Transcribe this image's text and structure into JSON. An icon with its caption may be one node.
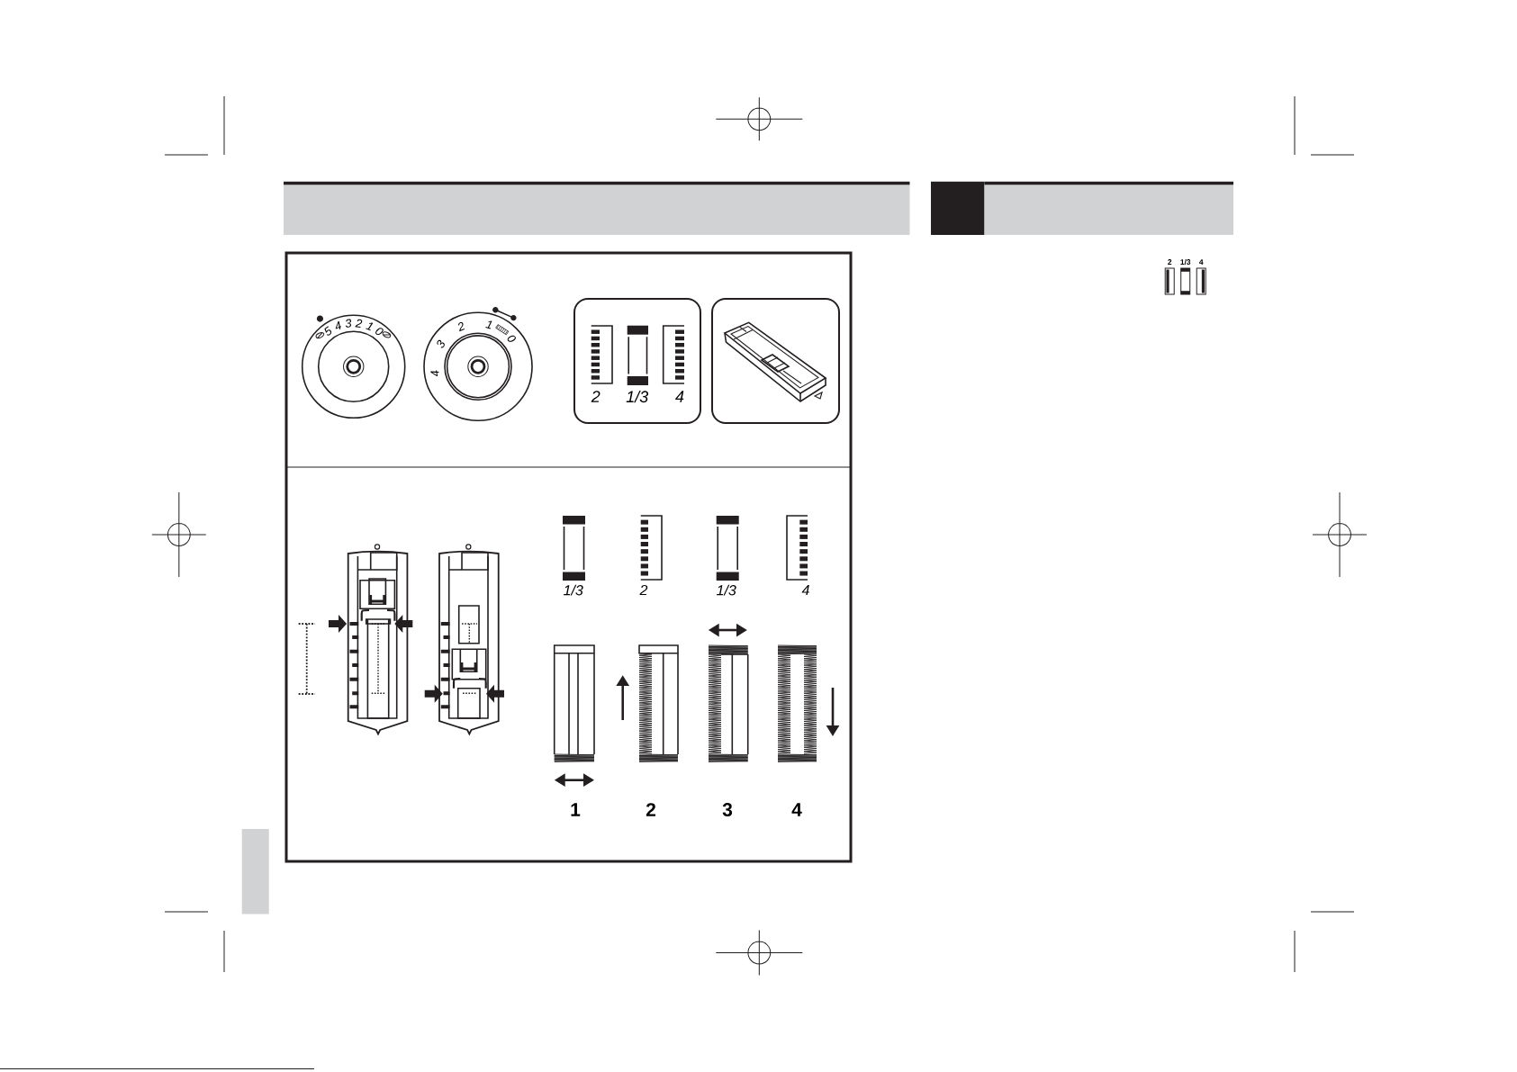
{
  "diagram": {
    "nodes": [
      {
        "text": [
          "2",
          "1/3",
          "4"
        ]
      },
      {
        "text": [],
        "shape": "box"
      },
      {
        "text": [],
        "shape": "box"
      }
    ],
    "labels": [
      "5",
      "4",
      "3",
      "2",
      "1",
      "0",
      "4",
      "3",
      "2",
      "1",
      "0",
      "1/3",
      "2",
      "1/3",
      "4",
      "1",
      "2",
      "3",
      "4",
      "2",
      "1/3",
      "4"
    ]
  }
}
